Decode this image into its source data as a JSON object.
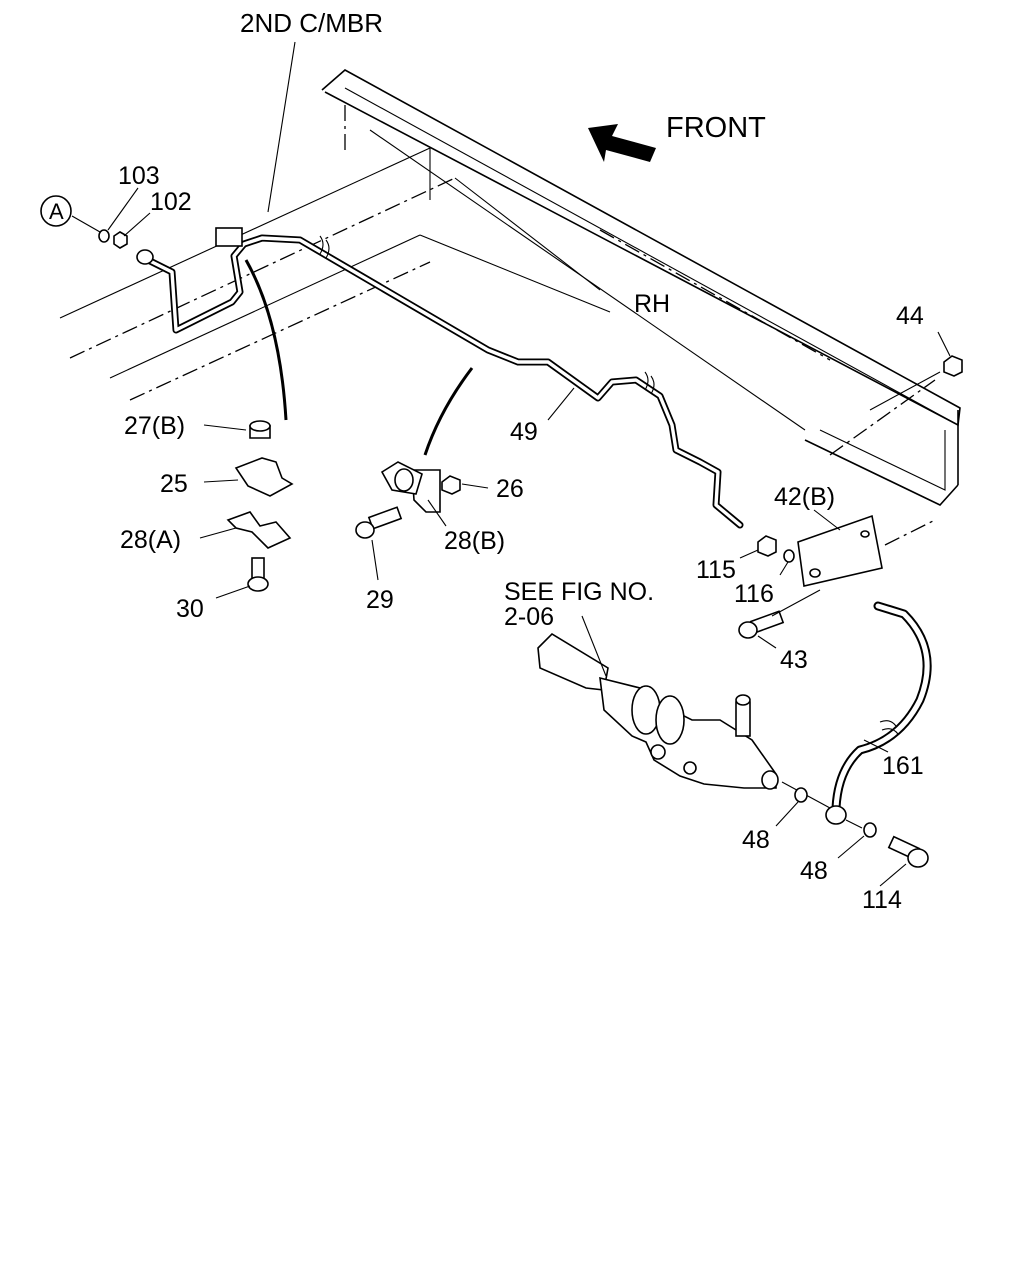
{
  "diagram": {
    "title": "2ND C/MBR",
    "direction_label": "FRONT",
    "side_label": "RH",
    "reference_marker": "A",
    "see_fig": {
      "line1": "SEE FIG NO.",
      "line2": "2-06"
    },
    "labels": {
      "p103": "103",
      "p102": "102",
      "p44": "44",
      "p27b": "27(B)",
      "p25": "25",
      "p28a": "28(A)",
      "p30": "30",
      "p29": "29",
      "p26": "26",
      "p28b": "28(B)",
      "p49": "49",
      "p42b": "42(B)",
      "p115": "115",
      "p116": "116",
      "p43": "43",
      "p161": "161",
      "p48a": "48",
      "p48b": "48",
      "p114": "114"
    }
  }
}
